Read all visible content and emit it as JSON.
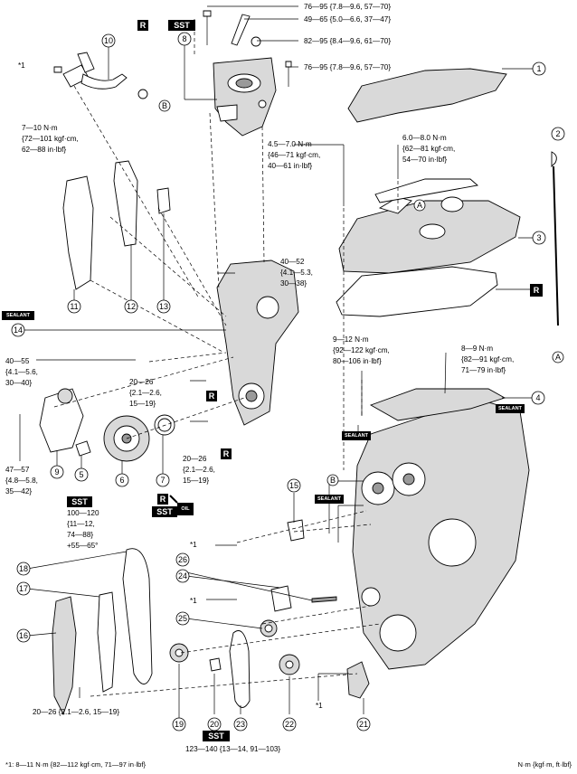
{
  "torque": {
    "t_top1": "76—95 {7.8—9.6, 57—70}",
    "t_top2": "49—65 {5.0—6.6, 37—47}",
    "t_top3": "82—95 {8.4—9.6, 61—70}",
    "t_top4": "76—95 {7.8—9.6, 57—70}",
    "t_left1": [
      "7—10 N·m",
      "{72—101 kgf·cm,",
      "62—88 in·lbf}"
    ],
    "t_mid1": [
      "4.5—7.0 N·m",
      "{46—71 kgf·cm,",
      "40—61 in·lbf}"
    ],
    "t_right1": [
      "6.0—8.0 N·m",
      "{62—81 kgf·cm,",
      "54—70 in·lbf}"
    ],
    "t_40_52": [
      "40—52",
      "{4.1—5.3,",
      "30—38}"
    ],
    "t_40_55": [
      "40—55",
      "{4.1—5.6,",
      "30—40}"
    ],
    "t_20_26a": [
      "20—26",
      "{2.1—2.6,",
      "15—19}"
    ],
    "t_20_26b": [
      "20—26",
      "{2.1—2.6,",
      "15—19}"
    ],
    "t_9_12": [
      "9—12 N·m",
      "{92—122 kgf·cm,",
      "80—106 in·lbf}"
    ],
    "t_8_9": [
      "8—9 N·m",
      "{82—91 kgf·cm,",
      "71—79 in·lbf}"
    ],
    "t_47_57": [
      "47—57",
      "{4.8—5.8,",
      "35—42}"
    ],
    "t_100_120": [
      "100—120",
      "{11—12,",
      "74—88}",
      "+55—65°"
    ],
    "t_bottom_left": "20—26 {2.1—2.6, 15—19}",
    "t_bottom_sst": "123—140 {13—14, 91—103}"
  },
  "marks": {
    "star1": "*1",
    "sst": "SST",
    "r": "R",
    "sealant": "SEALANT",
    "oil": "OIL",
    "a": "A",
    "b": "B"
  },
  "part_numbers": [
    "1",
    "2",
    "3",
    "4",
    "5",
    "6",
    "7",
    "8",
    "9",
    "10",
    "11",
    "12",
    "13",
    "14",
    "15",
    "16",
    "17",
    "18",
    "19",
    "20",
    "21",
    "22",
    "23",
    "24",
    "25",
    "26"
  ],
  "footer": {
    "note": "*1: 8—11 N·m {82—112 kgf·cm, 71—97 in·lbf}",
    "units": "N·m {kgf·m, ft·lbf}"
  }
}
